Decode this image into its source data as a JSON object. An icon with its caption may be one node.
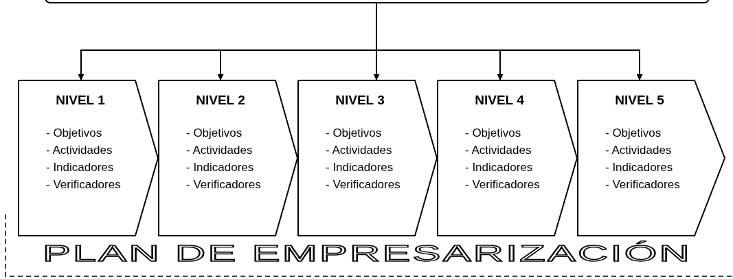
{
  "diagram": {
    "nodes": [
      {
        "text": [],
        "shape": "box"
      },
      {
        "text": [
          "NIVEL 1",
          "- Objetivos",
          "- Actividades",
          "- Indicadores",
          "- Verificadores"
        ]
      },
      {
        "text": [
          "NIVEL 2",
          "- Objetivos",
          "- Actividades",
          "- Indicadores",
          "- Verificadores"
        ]
      },
      {
        "text": [
          "NIVEL 3",
          "- Objetivos",
          "- Actividades",
          "- Indicadores",
          "- Verificadores"
        ]
      },
      {
        "text": [
          "NIVEL 4",
          "- Objetivos",
          "- Actividades",
          "- Indicadores",
          "- Verificadores"
        ]
      },
      {
        "text": [
          "NIVEL 5",
          "- Objetivos",
          "- Actividades",
          "- Indicadores",
          "- Verificadores"
        ]
      }
    ],
    "edges": [
      {
        "from": 0,
        "to": 1,
        "arrow": "to"
      },
      {
        "from": 0,
        "to": 2,
        "arrow": "to"
      },
      {
        "from": 0,
        "to": 3,
        "arrow": "to"
      },
      {
        "from": 0,
        "to": 4,
        "arrow": "to"
      },
      {
        "from": 0,
        "to": 5,
        "arrow": "to"
      }
    ],
    "labels": [
      "PLAN DE EMPRESARIZACIÓN"
    ]
  }
}
